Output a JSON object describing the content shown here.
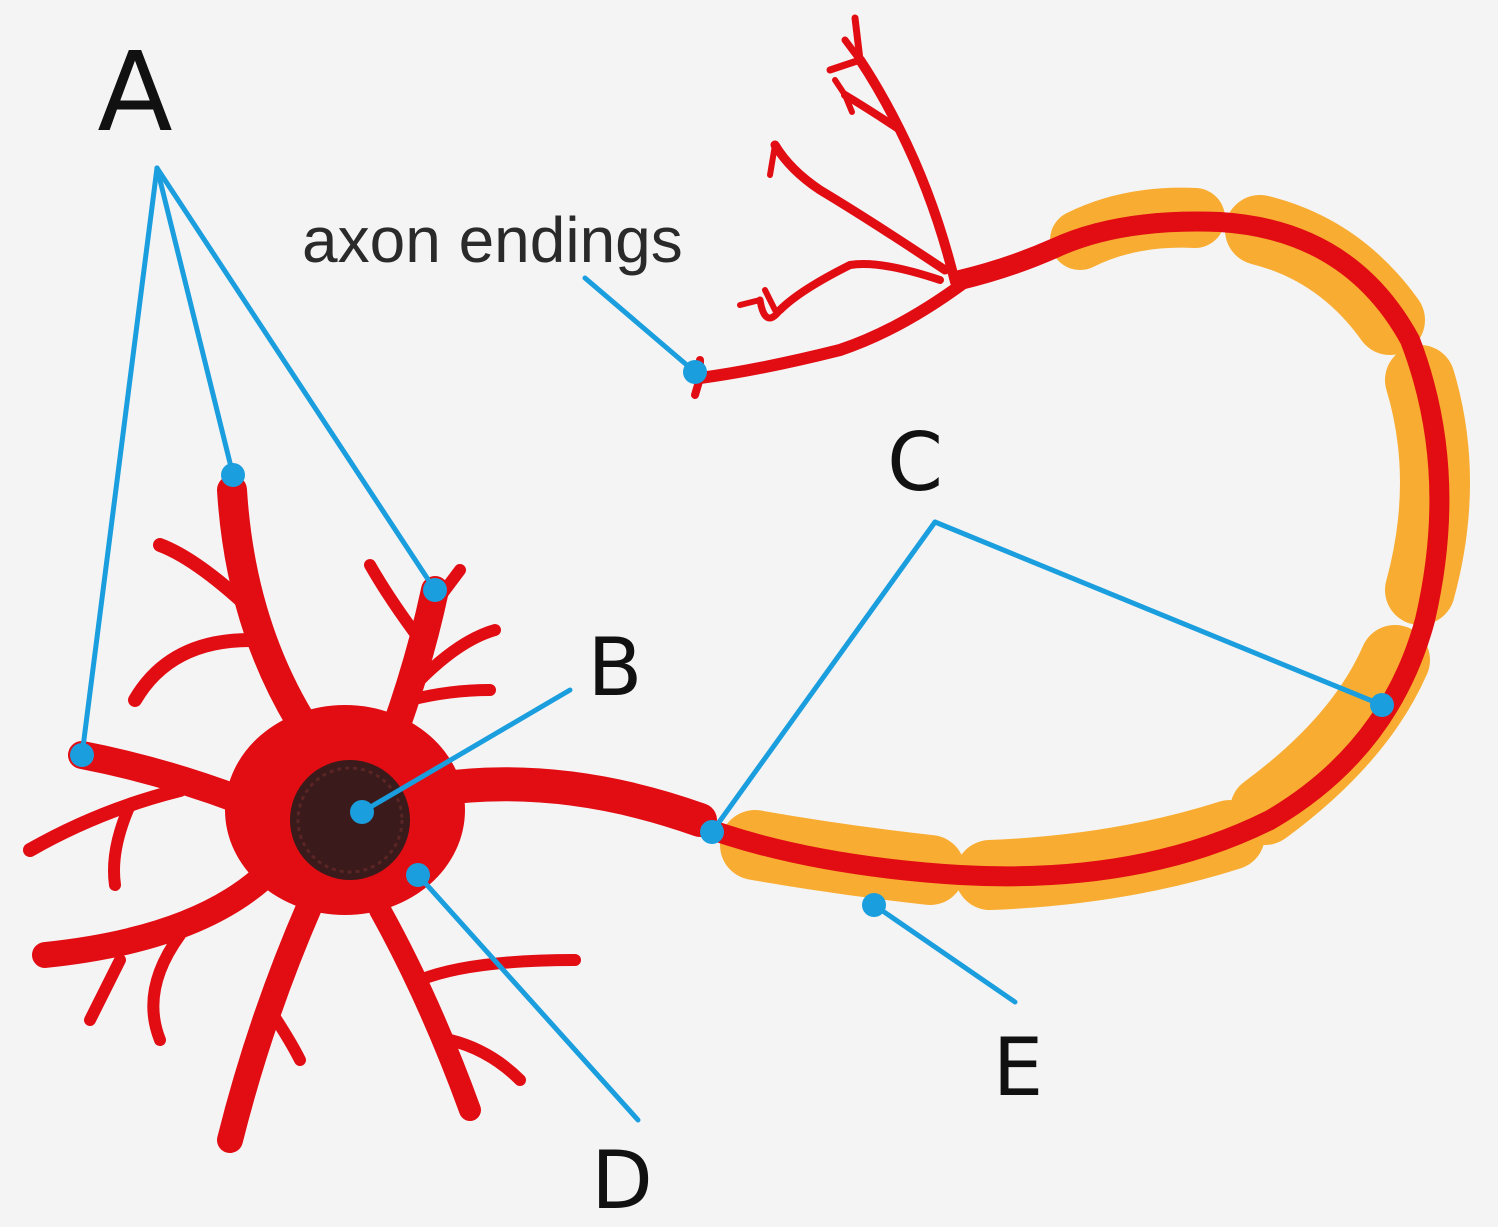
{
  "diagram": {
    "labels": {
      "a": "A",
      "b": "B",
      "c": "C",
      "d": "D",
      "e": "E",
      "axon_endings": "axon endings"
    },
    "colors": {
      "background": "#f5f4f5",
      "neuron": "#e20d13",
      "myelin": "#f8ad32",
      "leader": "#1a9ede",
      "nucleus": "#3a1a1a",
      "label_text": "#111111"
    }
  }
}
